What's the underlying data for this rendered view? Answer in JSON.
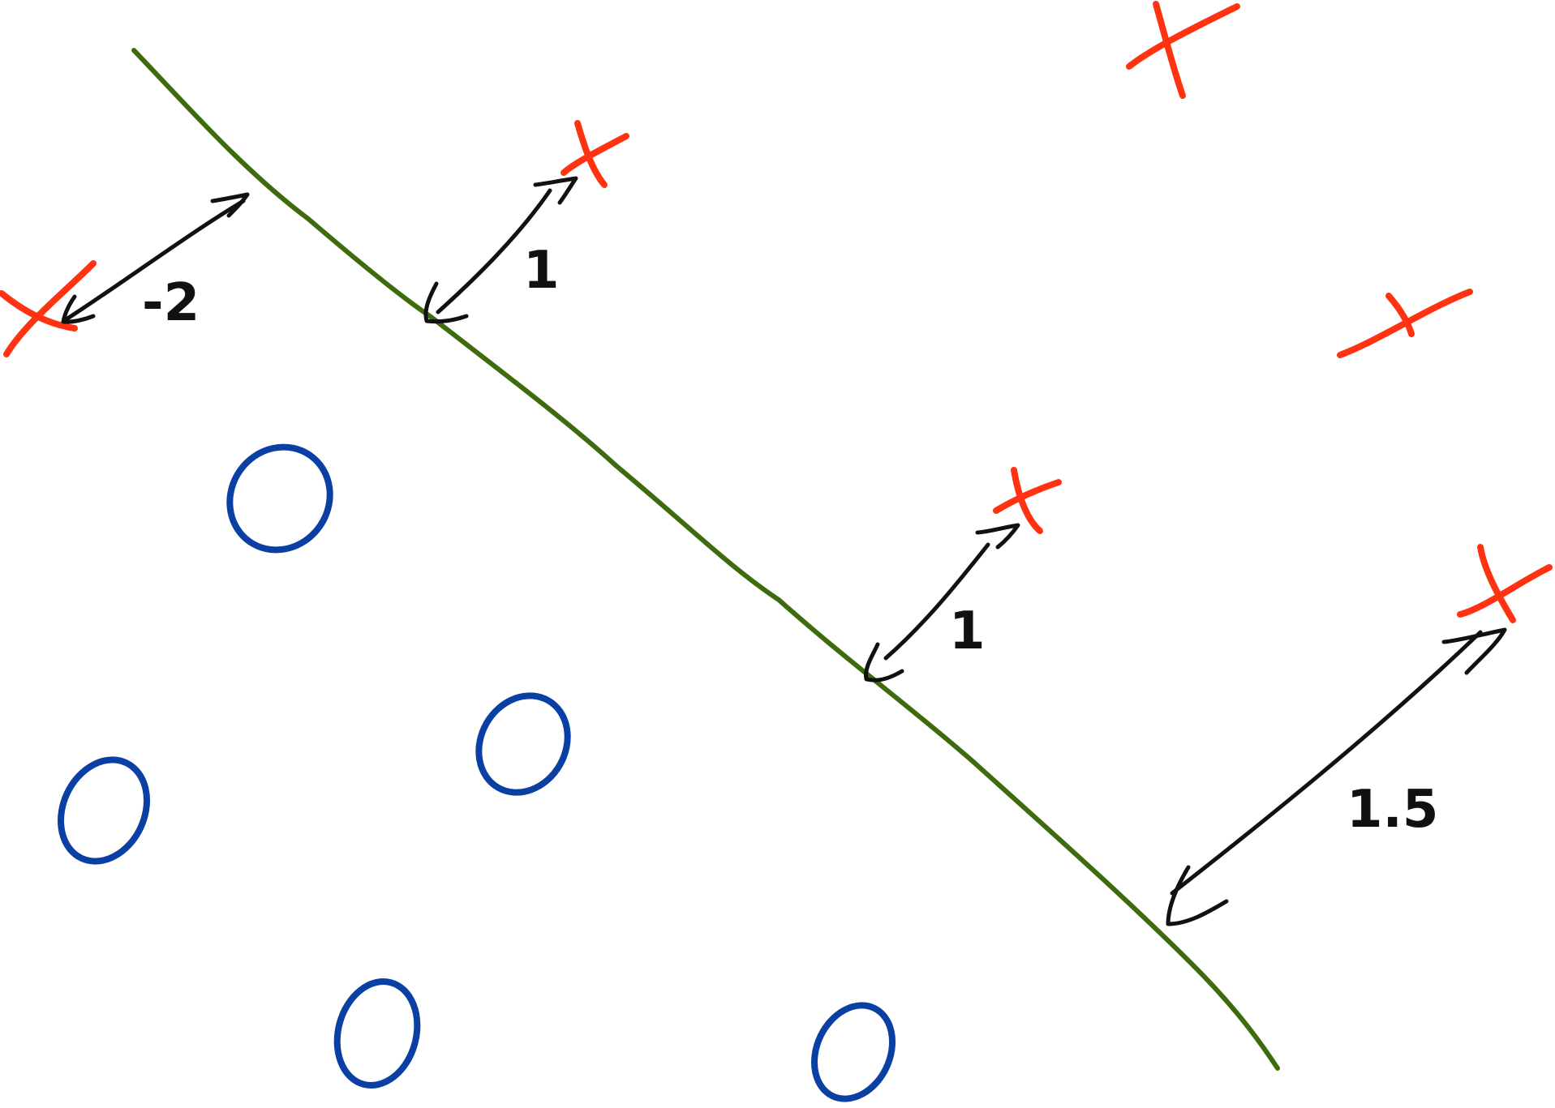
{
  "colors": {
    "separator": "#3f6b0f",
    "positive_class": "#ff3311",
    "negative_class": "#0a3fa3",
    "arrows": "#111111"
  },
  "distance_labels": {
    "first_x": "-2",
    "second_x": "1",
    "third_x": "1",
    "fourth_x": "1.5"
  }
}
